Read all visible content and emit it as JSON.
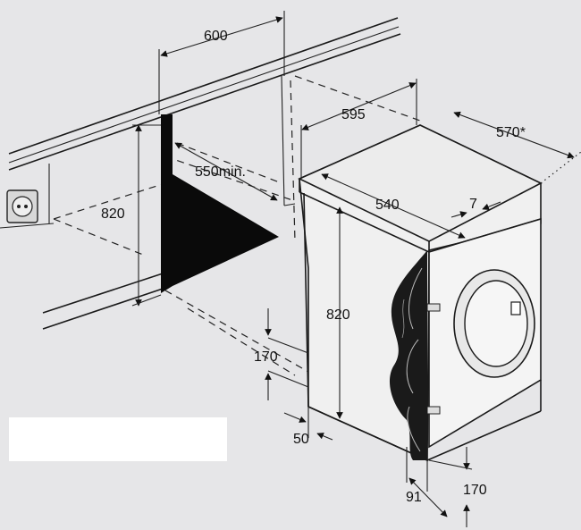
{
  "dimensions": {
    "niche_width": "600",
    "machine_width": "595",
    "machine_depth": "570*",
    "niche_depth": "550min.",
    "niche_height": "820",
    "machine_height": "820",
    "top_depth": "540",
    "top_gap": "7",
    "door_height": "170",
    "base_gap": "50",
    "door_offset": "91",
    "bottom_height": "170"
  },
  "colors": {
    "background": "#e6e6e8",
    "ink": "#1a1a1a",
    "panel": "#ffffff"
  }
}
